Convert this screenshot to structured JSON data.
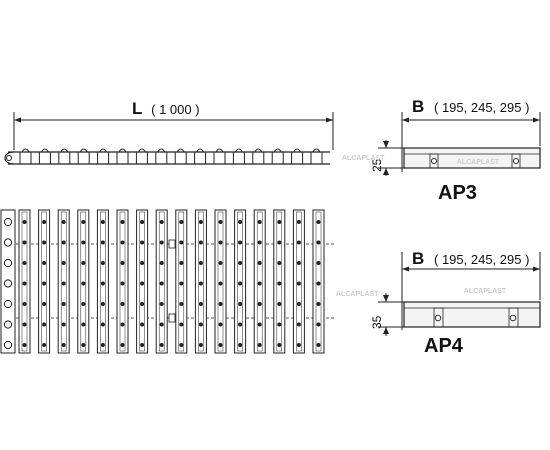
{
  "dimensions": {
    "length_symbol": "L",
    "length_value": "( 1 000 )",
    "width_symbol": "B",
    "width_values": "( 195, 245, 295 )",
    "height_ap3": "25",
    "height_ap4": "35"
  },
  "models": {
    "ap3": "AP3",
    "ap4": "AP4"
  },
  "watermark": "ALCAPLAST",
  "colors": {
    "line": "#222222",
    "plate_fill": "#f4f4f4",
    "watermark": "#c8ccd2"
  }
}
